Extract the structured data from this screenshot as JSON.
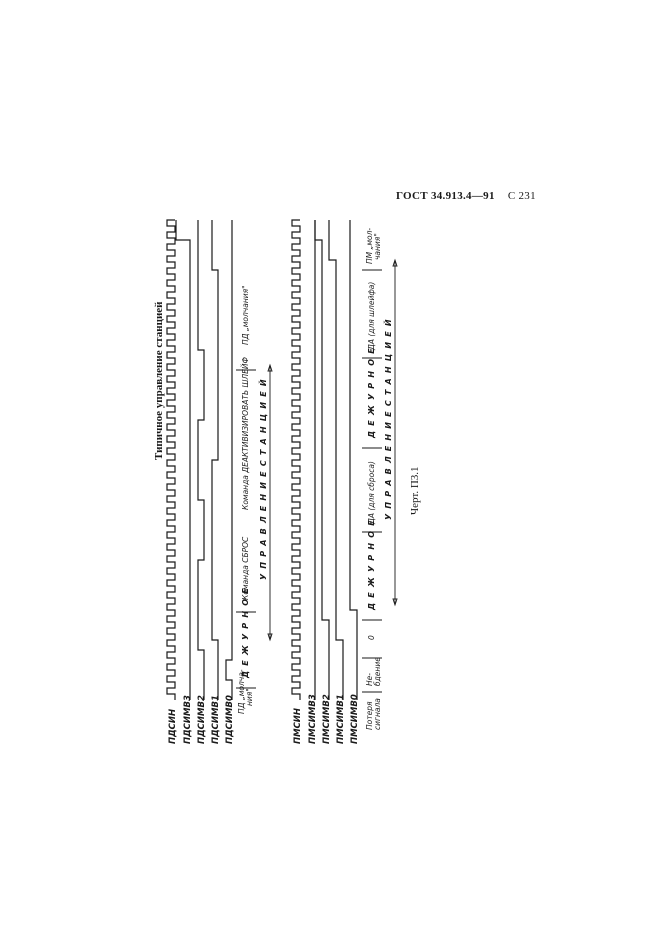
{
  "header": {
    "standard": "ГОСТ 34.913.4—91",
    "page": "С 231"
  },
  "title": "Типичное управление станцией",
  "figure_caption": "Черт. П3.1",
  "signals_top": [
    "ПДСИН",
    "ПДСИМВ3",
    "ПДСИМВ2",
    "ПДСИМВ1",
    "ПДСИМВ0"
  ],
  "signals_bottom": [
    "ПМСИН",
    "ПМСИМВ3",
    "ПМСИМВ2",
    "ПМСИМВ1",
    "ПМСИМВ0"
  ],
  "labels_top": {
    "pd_start": "ПД „молча-",
    "pd_start2": "ния\"",
    "duty": "Д Е Ж У Р Н О Е",
    "cmd_reset": "Команда СБРОС",
    "cmd_loop": "Команда ДЕАКТИВИЗИРОВАТЬ ШЛЕЙФ",
    "pd_silence": "ПД „молчания\"",
    "control": "У П Р А В Л Е Н И Е     С Т А Н Ц И Е Й"
  },
  "labels_bottom": {
    "lost1": "Потеря",
    "lost2": "сигнала",
    "undef1": "Не-",
    "undef2": "бдение",
    "zero": "0",
    "duty1": "Д Е Ж У Р Н О Е",
    "da_reset": "ДА (для сброса)",
    "duty2": "Д Е Ж У Р Н О Е",
    "da_loop": "ДА (для шлейфа)",
    "pm_silence1": "ПМ „мол-",
    "pm_silence2": "чания\"",
    "control": "У П Р А В Л Е Н И Е     С Т А Н Ц И Е Й"
  }
}
